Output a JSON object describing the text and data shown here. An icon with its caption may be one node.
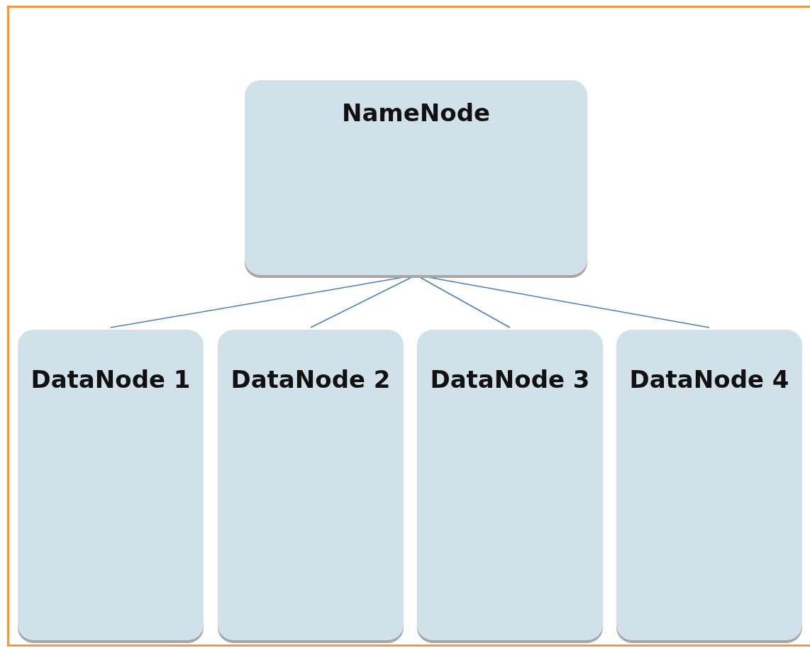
{
  "diagram": {
    "nodes": [
      {
        "text": [],
        "shape": "box"
      },
      {
        "text": [
          "NameNode"
        ],
        "in": 0
      },
      {
        "text": [
          "DataNode 1"
        ],
        "in": 0
      },
      {
        "text": [
          "DataNode 2"
        ],
        "in": 0
      },
      {
        "text": [
          "DataNode 3"
        ],
        "in": 0
      },
      {
        "text": [
          "DataNode 4"
        ],
        "in": 0
      }
    ],
    "edges": [
      {
        "from": 1,
        "to": 2,
        "arrow": "none"
      },
      {
        "from": 1,
        "to": 3,
        "arrow": "none"
      },
      {
        "from": 1,
        "to": 4,
        "arrow": "none"
      },
      {
        "from": 1,
        "to": 5,
        "arrow": "none"
      }
    ]
  }
}
